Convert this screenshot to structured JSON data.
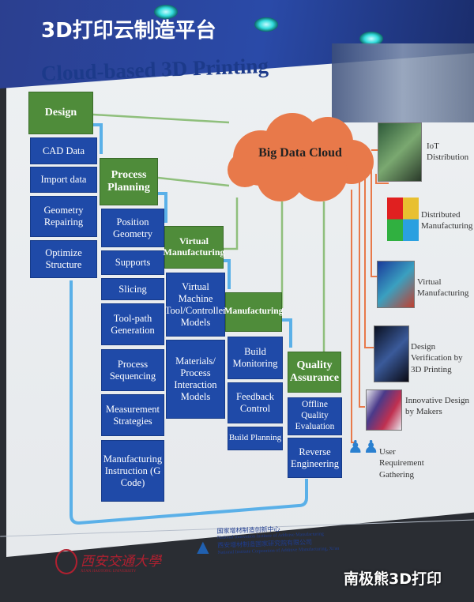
{
  "title_cn": "3D打印云制造平台",
  "title_en": "Cloud-based 3D Printing",
  "cloud": "Big Data Cloud",
  "stages": [
    {
      "label": "Design",
      "items": [
        "CAD Data",
        "Import data",
        "Geometry Repairing",
        "Optimize Structure"
      ]
    },
    {
      "label": "Process Planning",
      "items": [
        "Position Geometry",
        "Supports",
        "Slicing",
        "Tool-path Generation",
        "Process Sequencing",
        "Measurement Strategies",
        "Manufacturing Instruction (G Code)"
      ]
    },
    {
      "label": "Virtual Manufacturing",
      "items": [
        "Virtual Machine Tool/Controller Models",
        "Materials/ Process Interaction Models"
      ]
    },
    {
      "label": "Manufacturing",
      "items": [
        "Build Monitoring",
        "Feedback Control",
        "Build Planning"
      ]
    },
    {
      "label": "Quality Assurance",
      "items": [
        "Offline Quality Evaluation",
        "Reverse Engineering"
      ]
    }
  ],
  "sources": [
    "IoT Distribution",
    "Distributed Manufacturing",
    "Virtual Manufacturing",
    "Design Verification by 3D Printing",
    "Innovative Design by Makers",
    "User Requirement Gathering"
  ],
  "footer": {
    "univ_cn": "西安交通大學",
    "univ_en": "XI'AN JIAOTONG UNIVERSITY",
    "inst1_cn": "国家增材制造创新中心",
    "inst1_en": "National Innovation Institute of Additive Manufacturing",
    "inst2_cn": "西安增材制造国家研究院有限公司",
    "inst2_en": "National Institute Corporation of Additive Manufacturing, Xi'an"
  },
  "watermark": "南极熊3D打印",
  "colors": {
    "green": "#4f8c3a",
    "blue": "#1f4aa8",
    "cloud": "#e8794a",
    "arrow": "#e8794a",
    "header": "#2a4aa8"
  }
}
